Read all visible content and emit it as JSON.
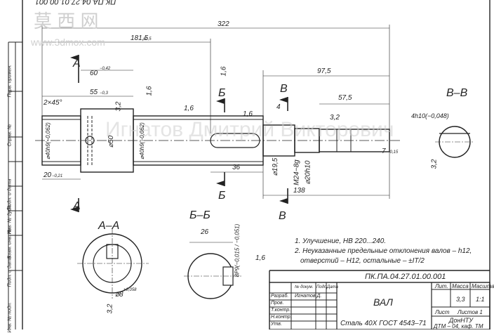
{
  "stamp_code": "ПК.ПА.04.27.01.00.001",
  "watermark": {
    "site": "www.3dmox.com",
    "name": "Игнатов Дмитрий Викторович"
  },
  "side_labels": [
    "Перв. примен.",
    "Справ. №",
    "Подп. и дата",
    "Инв. № дубл.",
    "Взам. инв. №",
    "Подп. и дата",
    "Инв. № подл."
  ],
  "dims": {
    "overall": "322",
    "d1815": "181,5",
    "d1815_tol": "±0,5",
    "d60": "60",
    "d60_tol": "−0,42",
    "d55": "55",
    "d55_tol": "−0,3",
    "chamfer": "2×45°",
    "d97": "97,5",
    "d57": "57,5",
    "d4": "4",
    "r16a": "1,6",
    "r16b": "1,6",
    "r16c": "1,6",
    "r16d": "1,6",
    "r32": "3,2",
    "r32b": "3,2",
    "d20": "20",
    "d20_tol": "−0,21",
    "d36": "36",
    "d138": "138",
    "dia40a": "⌀40h9(−0,062)",
    "dia50": "⌀50",
    "dia40b": "⌀40h9(−0,062)",
    "dia195": "⌀19,5",
    "m24": "M24−8g",
    "dia20h10": "⌀20h10",
    "key7": "7",
    "key7_tol": "−0,15",
    "d4h10": "4h10(−0,048)",
    "d32": "3,2",
    "d26": "26",
    "d8p9": "8P9(−0,015 / −0,051)",
    "d8h": "⌀8",
    "d8h_tol": "+0,058",
    "d16e": "1,6",
    "d32c": "3,2"
  },
  "sections": {
    "a_top": "А",
    "a_bottom": "А",
    "b_top": "Б",
    "b_bottom": "Б",
    "v_top": "В",
    "v_bottom": "В",
    "aa": "А–А",
    "bb": "Б–Б",
    "vv": "В–В"
  },
  "notes": [
    "1. Улучшение, НВ 220...240.",
    "2. Неуказанные предельные отклонения валов – h12,",
    "отверстий – H12, остальные – ±IT/2"
  ],
  "title_block": {
    "code": "ПК.ПА.04.27.01.00.001",
    "name": "ВАЛ",
    "material": "Сталь 40Х ГОСТ 4543–71",
    "headers": {
      "lit": "Лит.",
      "mass": "Масса",
      "scale": "Масштаб"
    },
    "mass": "3,3",
    "scale": "1:1",
    "sheet": "Лист",
    "sheets": "Листов 1",
    "org": "ДонНТУ",
    "org2": "ДТМ – 04, каф. ТМ",
    "rows": [
      "Разраб.",
      "Пров.",
      "Т.контр.",
      "Н.контр.",
      "Утв."
    ],
    "row_cols": [
      "№ докум.",
      "Подп.",
      "Дата"
    ],
    "author": "Игнатов Д."
  }
}
